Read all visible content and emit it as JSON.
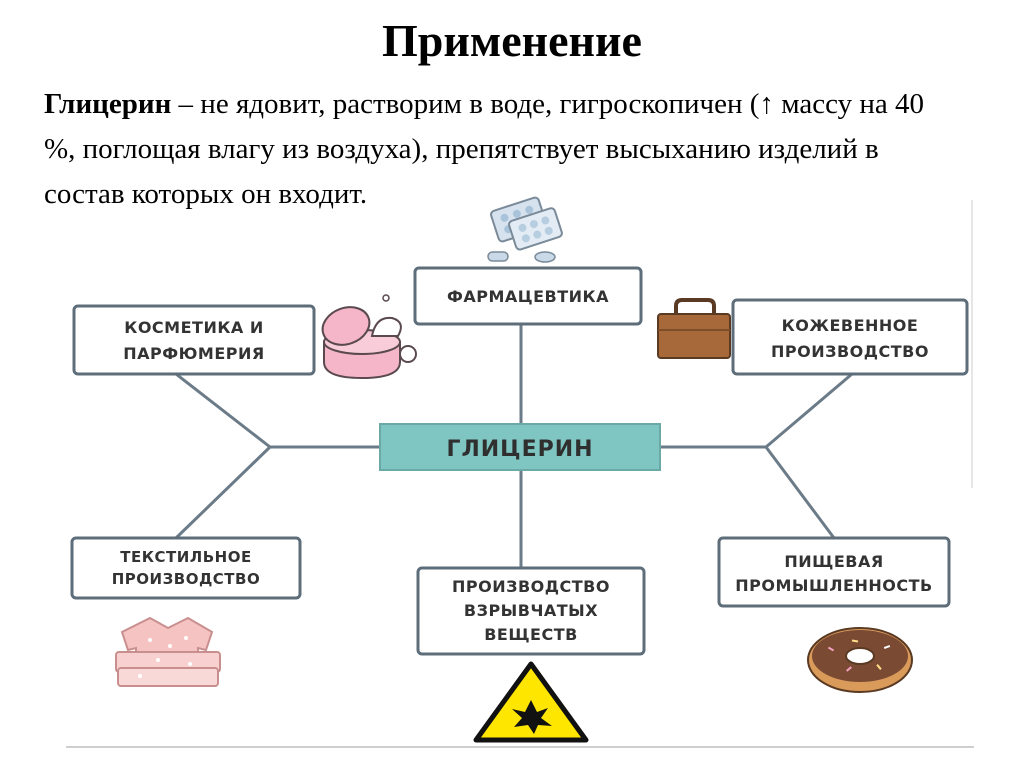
{
  "title": "Применение",
  "intro": {
    "term": "Глицерин",
    "text": " – не ядовит, растворим в воде, гигроскопичен (↑ массу на 40 %, поглощая влагу из воздуха), препятствует высыханию изделий в состав которых он входит."
  },
  "diagram": {
    "center": "ГЛИЦЕРИН",
    "nodes": {
      "pharma": [
        "ФАРМАЦЕВТИКА"
      ],
      "cosmetics": [
        "КОСМЕТИКА И",
        "ПАРФЮМЕРИЯ"
      ],
      "leather": [
        "КОЖЕВЕННОЕ",
        "ПРОИЗВОДСТВО"
      ],
      "textile": [
        "ТЕКСТИЛЬНОЕ",
        "ПРОИЗВОДСТВО"
      ],
      "explosives": [
        "ПРОИЗВОДСТВО",
        "ВЗРЫВЧАТЫХ",
        "ВЕЩЕСТВ"
      ],
      "food": [
        "ПИЩЕВАЯ",
        "ПРОМЫШЛЕННОСТЬ"
      ]
    },
    "icons": [
      "pills-icon",
      "cream-jar-icon",
      "briefcase-icon",
      "clothes-icon",
      "hazard-sign-icon",
      "donut-icon"
    ],
    "colors": {
      "center_fill": "#7fc6c3",
      "node_stroke": "#5d6d7a",
      "line": "#6b7b88"
    }
  }
}
